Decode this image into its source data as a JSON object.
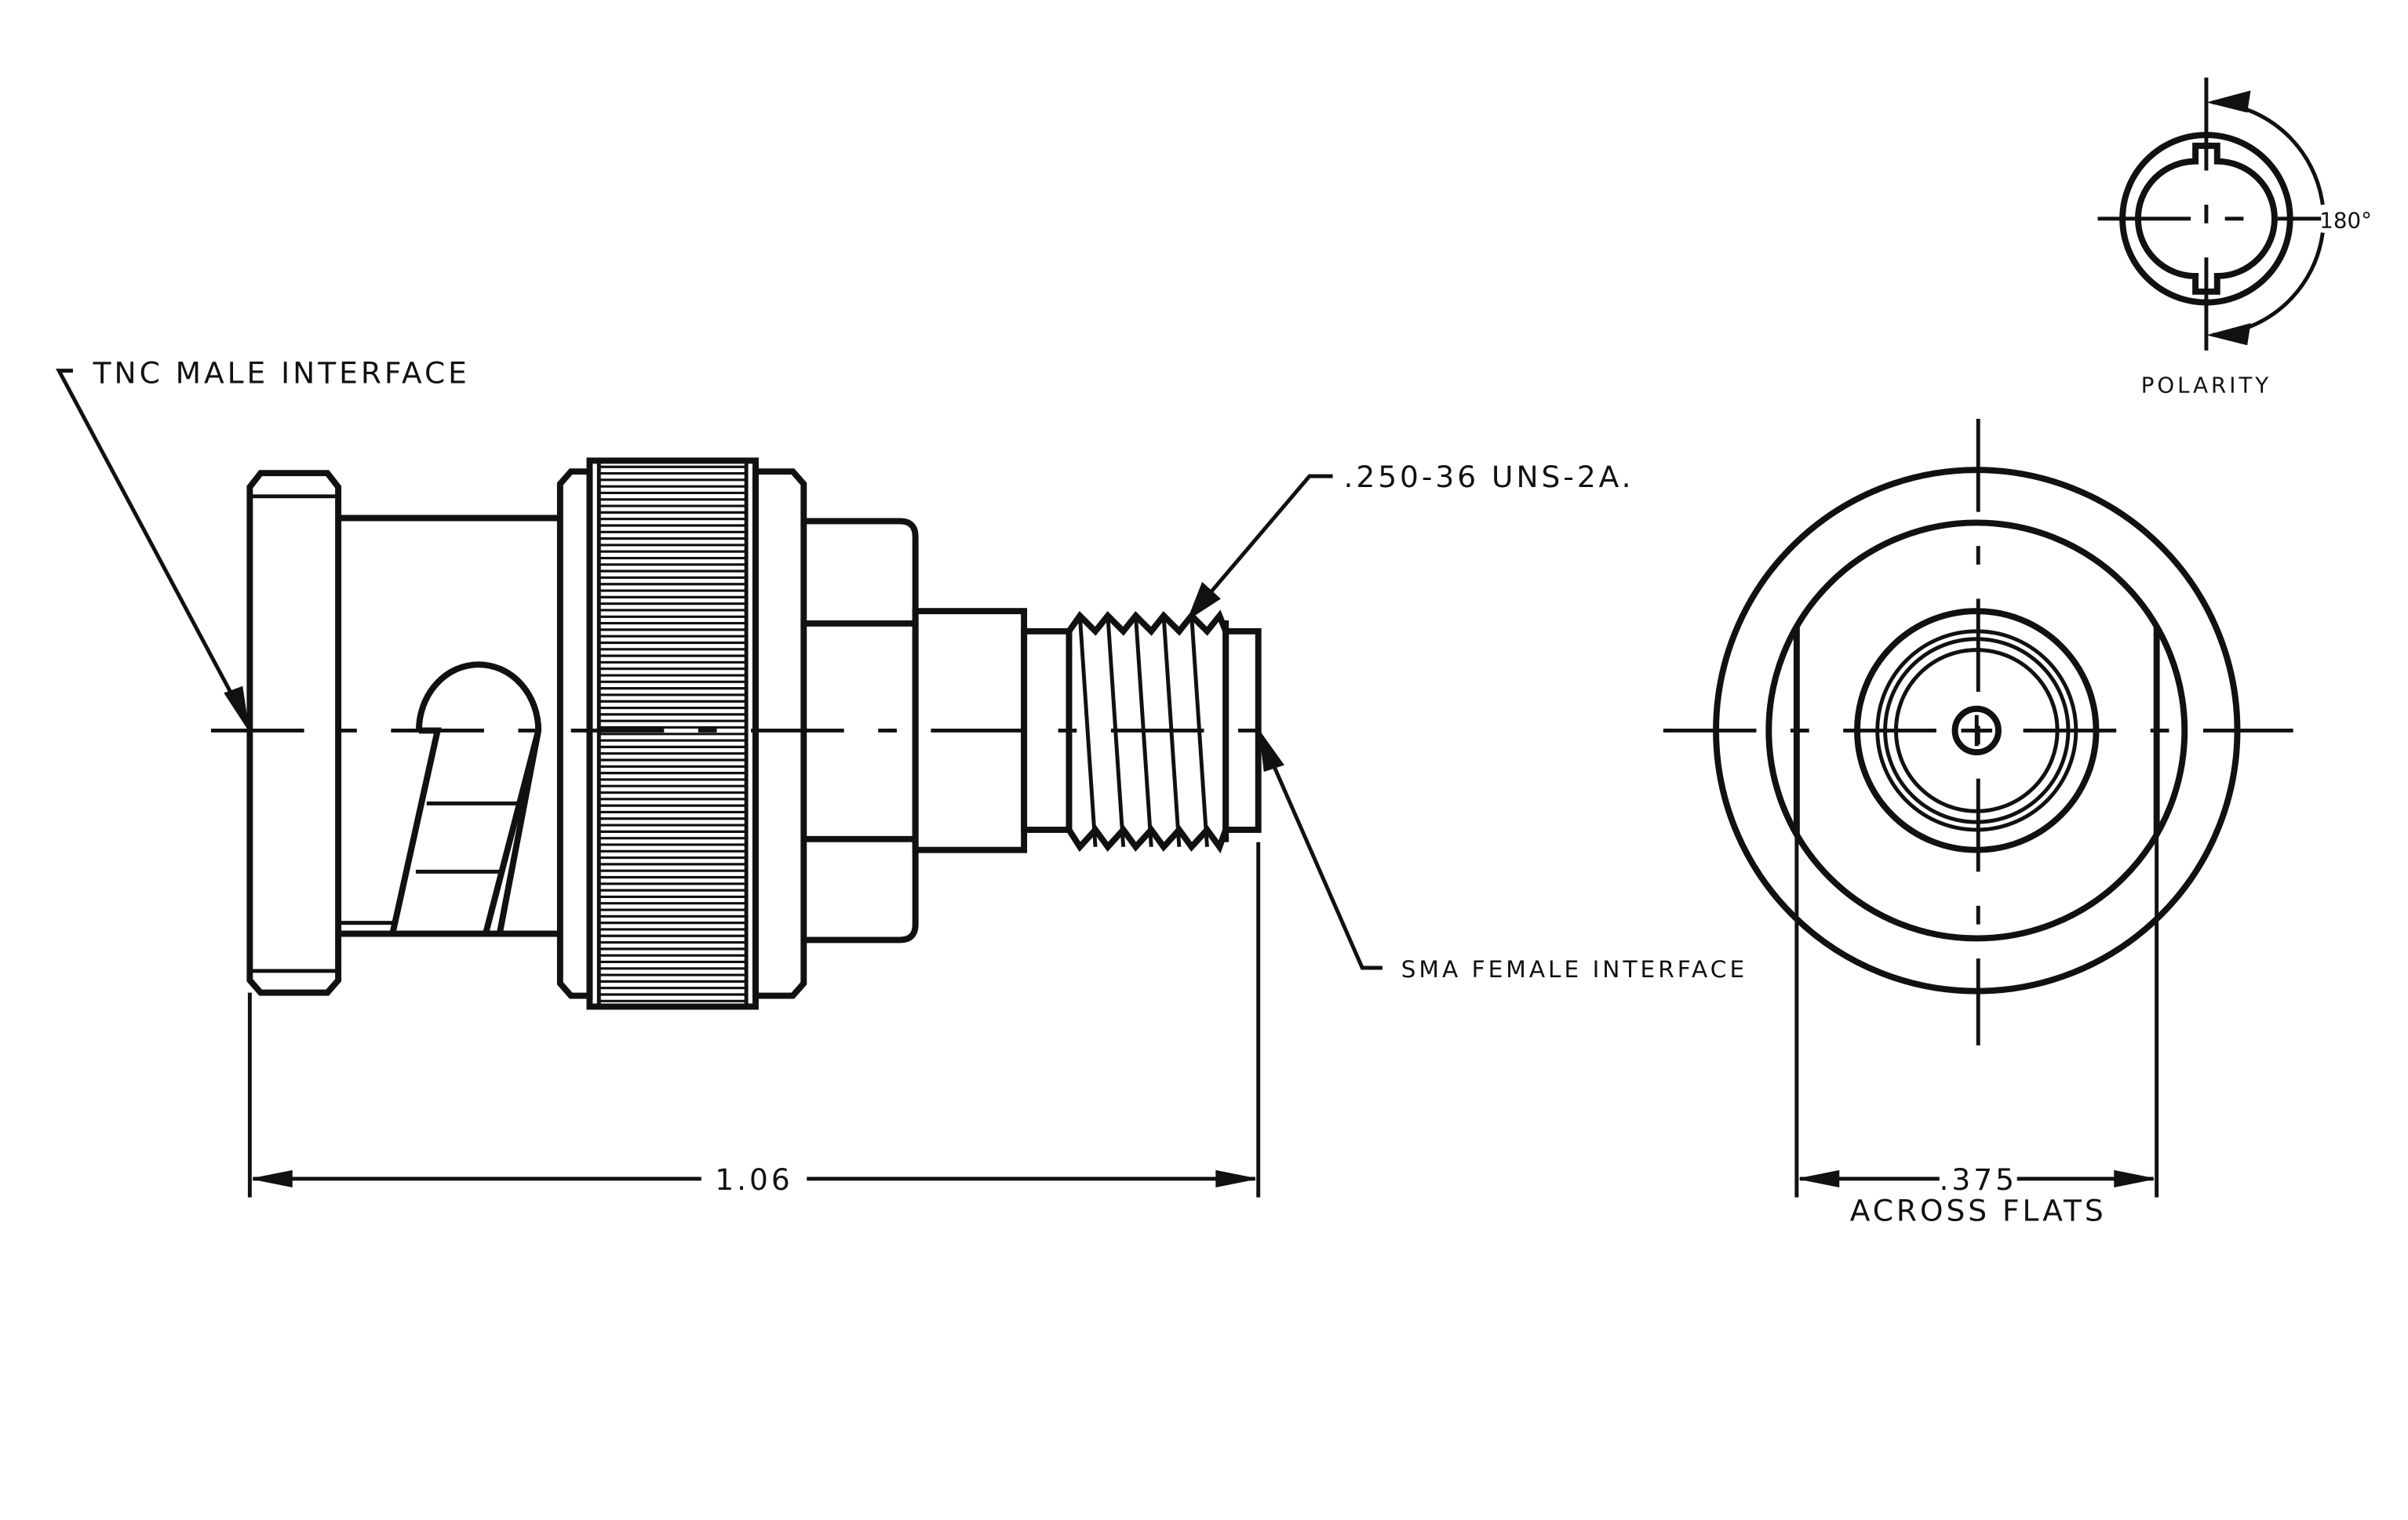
{
  "labels": {
    "tnc_male": "TNC MALE INTERFACE",
    "thread_spec": ".250-36 UNS-2A.",
    "sma_female": "SMA FEMALE INTERFACE",
    "overall_length": "1.06",
    "across_flats_value": ".375",
    "across_flats_text": "ACROSS FLATS",
    "polarity": "POLARITY",
    "polarity_angle": "180°"
  }
}
